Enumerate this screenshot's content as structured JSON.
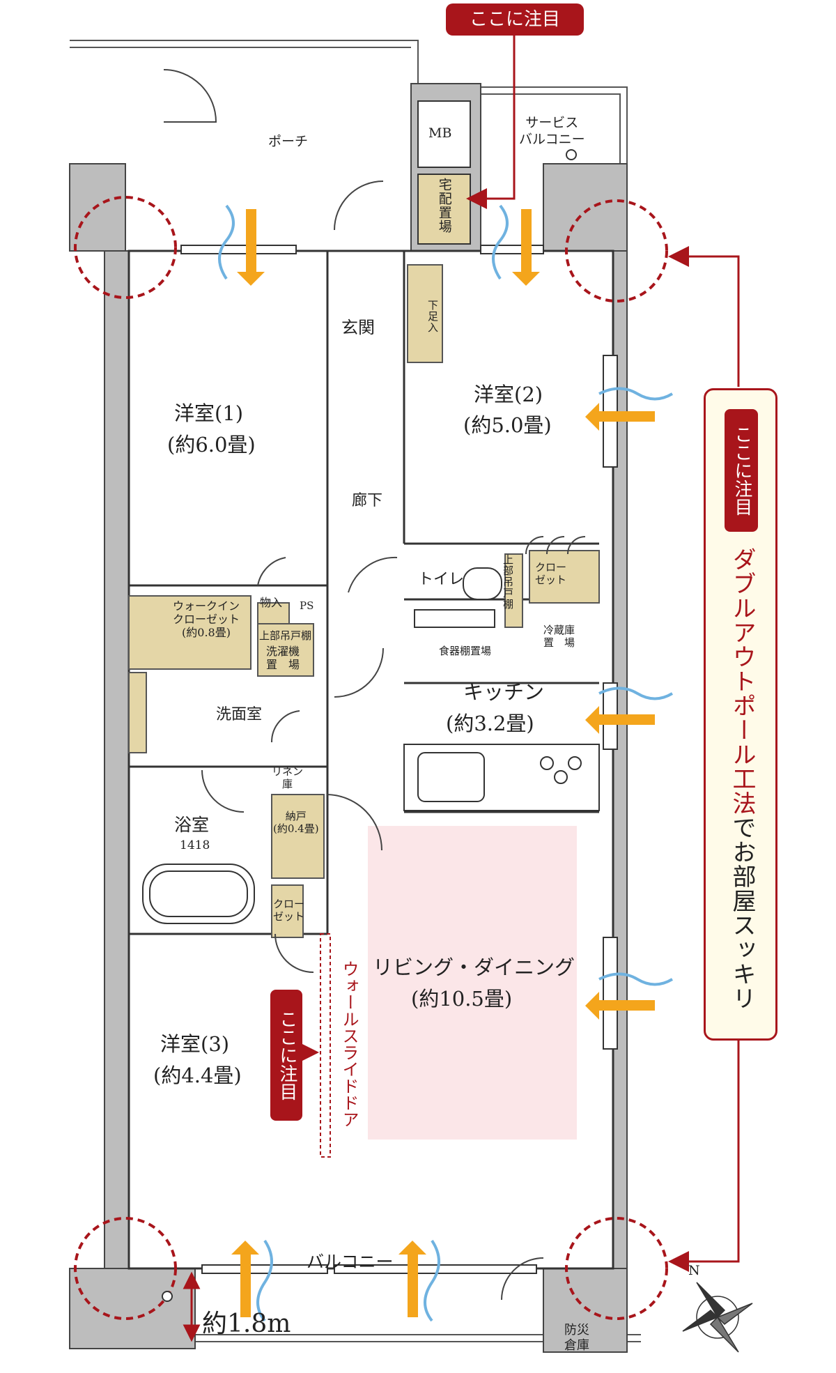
{
  "callouts": {
    "top": "ここに注目",
    "right": "ここに注目",
    "left": "ここに注目"
  },
  "feature": {
    "title_red": "ダブルアウトポール工法",
    "title_rest": "でお部屋スッキリ"
  },
  "rooms": {
    "porch": "ポーチ",
    "mb": "MB",
    "delivery_box": "宅配置場",
    "service_balcony": "サービス\nバルコニー",
    "genkan": "玄関",
    "shoe_box": "下足入",
    "western1_name": "洋室(1)",
    "western1_size": "(約6.0畳)",
    "western2_name": "洋室(2)",
    "western2_size": "(約5.0畳)",
    "hallway": "廊下",
    "toilet": "トイレ",
    "upper_cabinet_toilet": "上部吊戸棚",
    "closet_small": "クロー\nゼット",
    "walk_in_closet": "ウォークイン\nクローゼット\n(約0.8畳)",
    "storage": "物入",
    "ps": "PS",
    "washer_upper": "上部吊戸棚",
    "washer_place": "洗濯機\n置　場",
    "fridge": "冷蔵庫\n置　場",
    "dish_shelf": "食器棚置場",
    "kitchen_name": "キッチン",
    "kitchen_size": "(約3.2畳)",
    "washroom": "洗面室",
    "linen": "リネン\n庫",
    "bathroom": "浴室",
    "bath_size": "1418",
    "nando": "納戸\n(約0.4畳)",
    "closet2": "クロー\nゼット",
    "living_name": "リビング・ダイニング",
    "living_size": "(約10.5畳)",
    "western3_name": "洋室(3)",
    "western3_size": "(約4.4畳)",
    "wall_slide_door": "ウォールスライドドア",
    "balcony": "バルコニー",
    "disaster_storage": "防災\n倉庫"
  },
  "dimension": "約1.8m",
  "compass": "N",
  "colors": {
    "accent_red": "#a8151b",
    "wall_gray": "#bdbdbd",
    "closet_tan": "#e4d6a7",
    "living_pink": "#fbe6e8",
    "arrow_orange": "#f4a51c",
    "wind_blue": "#6fb2e0"
  }
}
